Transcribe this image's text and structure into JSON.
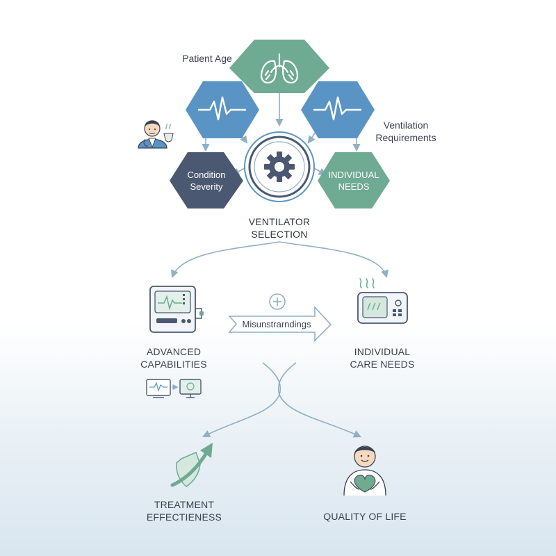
{
  "nodes": {
    "patient_age": "Patient Age",
    "ventilation_requirements": "Ventilation\nRequirements",
    "condition_severity": "Condition\nSeverity",
    "individual_needs": "INDIVIDUAL\nNEEDS",
    "ventilator_selection": "VENTILATOR\nSELECTION",
    "advanced_capabilities": "ADVANCED\nCAPABILITIES",
    "individual_care_needs": "INDIVIDUAL\nCARE NEEDS",
    "misunderstandings": "Misunstrarndings",
    "treatment_effectiveness": "TREATMENT\nEFFECTIENESS",
    "quality_of_life": "QUALITY OF LIFE"
  },
  "colors": {
    "teal": "#6faa92",
    "blue": "#5a94c4",
    "slate": "#4a5872",
    "arrow": "#8fb0c5",
    "dark": "#3a4150"
  },
  "icons": [
    "lungs-icon",
    "heartbeat-icon",
    "gear-icon",
    "doctor-icon",
    "ventilator-monitor-icon",
    "humidifier-icon",
    "plus-icon",
    "shield-arrow-icon",
    "person-heart-icon"
  ]
}
